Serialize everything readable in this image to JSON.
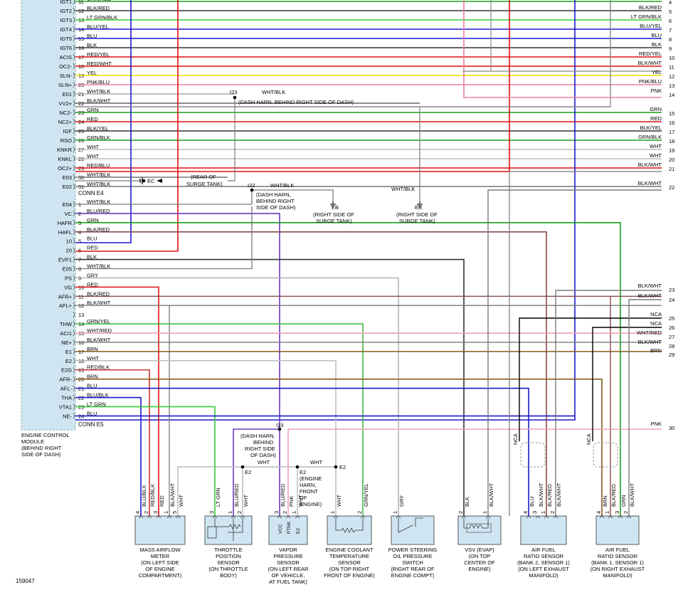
{
  "ecm": {
    "pins_e4": [
      {
        "name": "IGT1",
        "num": "11",
        "wire": "GRN/RED",
        "color": "#1aa01a",
        "stripe": "#dd1111",
        "right": "GRN/RED",
        "rnum": "4",
        "type": "wire"
      },
      {
        "name": "IGT2",
        "num": "12",
        "wire": "BLK/RED",
        "color": "#333333",
        "stripe": "#dd1111",
        "right": "BLK/RED",
        "rnum": "5",
        "type": "wire"
      },
      {
        "name": "IGT3",
        "num": "13",
        "wire": "LT GRN/BLK",
        "color": "#33cc33",
        "stripe": "#333333",
        "right": "LT GRN/BLK",
        "rnum": "6",
        "type": "wire"
      },
      {
        "name": "IGT4",
        "num": "14",
        "wire": "BLU/YEL",
        "color": "#1a1acc",
        "stripe": "#e8d800",
        "right": "BLU/YEL",
        "rnum": "7",
        "type": "wire"
      },
      {
        "name": "IGT5",
        "num": "15",
        "wire": "BLU",
        "color": "#1a1acc",
        "right": "BLU",
        "rnum": "8",
        "type": "wire"
      },
      {
        "name": "IGT6",
        "num": "16",
        "wire": "BLK",
        "color": "#333333",
        "right": "BLK",
        "rnum": "9",
        "type": "wire"
      },
      {
        "name": "ACIS",
        "num": "17",
        "wire": "RED/YEL",
        "color": "#dd1111",
        "stripe": "#e8d800",
        "right": "RED/YEL",
        "rnum": "10",
        "type": "wire"
      },
      {
        "name": "OC2-",
        "num": "18",
        "wire": "RED/WHT",
        "color": "#dd1111",
        "right": "BLK/WHT",
        "rnum": "11",
        "type": "wire"
      },
      {
        "name": "SLN-",
        "num": "19",
        "wire": "YEL",
        "color": "#f0d800",
        "right": "YEL",
        "rnum": "12",
        "type": "wire"
      },
      {
        "name": "SLN+",
        "num": "20",
        "wire": "PNK/BLU",
        "color": "#e880a8",
        "stripe": "#1a1acc",
        "right": "PNK/BLU",
        "rnum": "13",
        "type": "wire"
      },
      {
        "name": "E01",
        "num": "21",
        "wire": "WHT/BLK",
        "color": "#aaaaaa",
        "right": "PNK",
        "rnum": "14",
        "type": "wire"
      },
      {
        "name": "VV2+",
        "num": "22",
        "wire": "BLK/WHT",
        "color": "#666666",
        "right": "",
        "rnum": "",
        "type": "wire"
      },
      {
        "name": "NC2-",
        "num": "23",
        "wire": "GRN",
        "color": "#1aa01a",
        "right": "GRN",
        "rnum": "15",
        "type": "wire"
      },
      {
        "name": "NC2+",
        "num": "24",
        "wire": "RED",
        "color": "#dd1111",
        "right": "RED",
        "rnum": "16",
        "type": "wire"
      },
      {
        "name": "IGF",
        "num": "25",
        "wire": "BLK/YEL",
        "color": "#333333",
        "stripe": "#e8d800",
        "right": "BLK/YEL",
        "rnum": "17",
        "type": "wire"
      },
      {
        "name": "RSO",
        "num": "26",
        "wire": "GRN/BLK",
        "color": "#1aa01a",
        "right": "GRN/BLK",
        "rnum": "18",
        "type": "wire"
      },
      {
        "name": "KNKR",
        "num": "27",
        "wire": "WHT",
        "color": "#bbbbbb",
        "right": "WHT",
        "rnum": "19",
        "type": "wire"
      },
      {
        "name": "KNKL",
        "num": "28",
        "wire": "WHT",
        "color": "#bbbbbb",
        "right": "WHT",
        "rnum": "20",
        "type": "wire"
      },
      {
        "name": "OC2+",
        "num": "29",
        "wire": "RED/BLU",
        "color": "#dd1111",
        "right": "BLK/WHT",
        "rnum": "21",
        "type": "wire"
      },
      {
        "name": "E03",
        "num": "30",
        "wire": "WHT/BLK",
        "color": "#777777",
        "right": "",
        "rnum": "",
        "type": "wire"
      },
      {
        "name": "E02",
        "num": "31",
        "wire": "WHT/BLK",
        "color": "#777777",
        "right": "BLK/WHT",
        "rnum": "22",
        "type": "wire"
      }
    ],
    "conn_e4": "CONN E4",
    "pins_e5": [
      {
        "name": "E04",
        "num": "1",
        "wire": "WHT/BLK"
      },
      {
        "name": "VC",
        "num": "2",
        "wire": "BLU/RED"
      },
      {
        "name": "HAFR",
        "num": "3",
        "wire": "GRN"
      },
      {
        "name": "HAFL",
        "num": "4",
        "wire": "BLK/RED"
      },
      {
        "name": "10",
        "num": "5",
        "wire": "BLU"
      },
      {
        "name": "20",
        "num": "6",
        "wire": "RED"
      },
      {
        "name": "EVP1",
        "num": "7",
        "wire": "BLK"
      },
      {
        "name": "E05",
        "num": "8",
        "wire": "WHT/BLK"
      },
      {
        "name": "PS",
        "num": "9",
        "wire": "GRY"
      },
      {
        "name": "VG",
        "num": "10",
        "wire": "RED"
      },
      {
        "name": "AFR+",
        "num": "11",
        "wire": "BLK/RED"
      },
      {
        "name": "AFL+",
        "num": "12",
        "wire": "BLK/WHT"
      },
      {
        "name": "",
        "num": "13",
        "wire": ""
      },
      {
        "name": "THW",
        "num": "14",
        "wire": "GRN/YEL"
      },
      {
        "name": "ACI1",
        "num": "15",
        "wire": "WHT/RED"
      },
      {
        "name": "NE+",
        "num": "16",
        "wire": "BLK/WHT"
      },
      {
        "name": "E1",
        "num": "17",
        "wire": "BRN"
      },
      {
        "name": "E2",
        "num": "18",
        "wire": "WHT"
      },
      {
        "name": "E2G",
        "num": "19",
        "wire": "RED/BLK"
      },
      {
        "name": "AFR-",
        "num": "20",
        "wire": "BRN"
      },
      {
        "name": "AFL-",
        "num": "21",
        "wire": "BLU"
      },
      {
        "name": "THA",
        "num": "22",
        "wire": "BLU/BLK"
      },
      {
        "name": "VTA1",
        "num": "23",
        "wire": "LT GRN"
      },
      {
        "name": "NE-",
        "num": "24",
        "wire": "BLU"
      }
    ],
    "conn_e5": "CONN E5",
    "label": [
      "ENGINE CONTROL",
      "MODULE",
      "(BEHIND RIGHT",
      "SIDE OF DASH)"
    ]
  },
  "right_e5": [
    {
      "label": "BLK/WHT",
      "num": "23"
    },
    {
      "label": "BLK/WHT",
      "num": "24"
    },
    {
      "label": "NCA",
      "num": "25"
    },
    {
      "label": "NCA",
      "num": "26"
    },
    {
      "label": "WHT/RED",
      "num": "27"
    },
    {
      "label": "BLK/WHT",
      "num": "28"
    },
    {
      "label": "BRN",
      "num": "29"
    },
    {
      "label": "PNK",
      "num": "30"
    }
  ],
  "splices": {
    "i23_top": {
      "id": "I23",
      "wire": "WHT/BLK",
      "note": "(DASH HARN, BEHIND RIGHT SIDE OF DASH)"
    },
    "ec": {
      "id": "EC",
      "note": [
        "(REAR OF",
        "SURGE TANK)"
      ]
    },
    "i22": {
      "id": "I22",
      "wire": "WHT/BLK",
      "note": [
        "(DASH HARN,",
        "BEHIND RIGHT",
        "SIDE OF DASH)"
      ]
    },
    "eb1": {
      "id": "EB",
      "note": [
        "(RIGHT SIDE OF",
        "SURGE TANK)"
      ]
    },
    "eb2": {
      "id": "EB",
      "wire": "WHT/BLK",
      "note": [
        "(RIGHT SIDE OF",
        "SURGE TANK)"
      ]
    },
    "i23_bottom": {
      "id": "I23",
      "note": [
        "(DASH HARN,",
        "BEHIND",
        "RIGHT SIDE",
        "OF DASH)"
      ]
    },
    "e2a": {
      "id": "E2",
      "wire": "WHT"
    },
    "e2b": {
      "id": "E2",
      "note": [
        "(ENGINE",
        "HARN,",
        "FRONT",
        "OF",
        "ENGINE)"
      ],
      "wire": "WHT"
    },
    "e2c": {
      "id": "E2"
    }
  },
  "components": [
    {
      "id": "maf",
      "label": [
        "MASS AIRFLOW",
        "METER",
        "(ON LEFT SIDE",
        "OF ENGINE",
        "COMPARTMENT)"
      ],
      "pins": [
        {
          "n": "4",
          "w": "BLU/BLK"
        },
        {
          "n": "2",
          "w": "RED/BLK"
        },
        {
          "n": "3",
          "w": "RED"
        },
        {
          "n": "1",
          "w": "BLK/WHT"
        },
        {
          "n": "5",
          "w": "WHT"
        }
      ]
    },
    {
      "id": "tps",
      "label": [
        "THROTTLE",
        "POSITION",
        "SENSOR",
        "(ON THROTTLE",
        "BODY)"
      ],
      "pins": [
        {
          "n": "3",
          "w": "LT GRN"
        },
        {
          "n": "1",
          "w": "BLU/RED"
        },
        {
          "n": "2",
          "w": "WHT"
        }
      ]
    },
    {
      "id": "vps",
      "label": [
        "VAPOR",
        "PRESSURE",
        "SENSOR",
        "(ON LEFT REAR",
        "OF VEHICLE,",
        "AT FUEL TANK)"
      ],
      "pins": [
        {
          "n": "3",
          "w": "BLU/RED"
        },
        {
          "n": "2",
          "w": "PNK"
        },
        {
          "n": "1",
          "w": "WHT"
        }
      ],
      "inner": [
        "VCC",
        "PTNK",
        "E2"
      ]
    },
    {
      "id": "ect",
      "label": [
        "ENGINE COOLANT",
        "TEMPERATURE",
        "SENSOR",
        "(ON TOP RIGHT",
        "FRONT OF ENGINE)"
      ],
      "pins": [
        {
          "n": "1",
          "w": "WHT"
        },
        {
          "n": "2",
          "w": "GRN/YEL"
        }
      ]
    },
    {
      "id": "pss",
      "label": [
        "POWER STEERING",
        "OIL PRESSURE",
        "SWITCH",
        "(RIGHT REAR OF",
        "ENGINE COMPT)"
      ],
      "pins": [
        {
          "n": "1",
          "w": "GRY"
        }
      ]
    },
    {
      "id": "vsv",
      "label": [
        "VSV (EVAP)",
        "(ON TOP",
        "CENTER OF",
        "ENGINE)"
      ],
      "pins": [
        {
          "n": "2",
          "w": "BLK"
        },
        {
          "n": "1",
          "w": "BLK/WHT"
        }
      ]
    },
    {
      "id": "af2",
      "label": [
        "AIR FUEL",
        "RATIO SENSOR",
        "(BANK 2, SENSOR 1)",
        "(ON LEFT EXHAUST",
        "MANIFOLD)"
      ],
      "pins": [
        {
          "n": "4",
          "w": "BLU"
        },
        {
          "n": "3",
          "w": "BLK/WHT"
        },
        {
          "n": "1",
          "w": "BLK/RED"
        },
        {
          "n": "2",
          "w": "BLK/WHT"
        }
      ]
    },
    {
      "id": "af1",
      "label": [
        "AIR FUEL",
        "RATIO SENSOR",
        "(BANK 1, SENSOR 1)",
        "(ON RIGHT EXHAUST",
        "MANIFOLD)"
      ],
      "pins": [
        {
          "n": "4",
          "w": "BRN"
        },
        {
          "n": "1",
          "w": "BLK/RED"
        },
        {
          "n": "3",
          "w": "GRN"
        },
        {
          "n": "2",
          "w": "BLK/WHT"
        }
      ]
    }
  ],
  "nca_labels": [
    "NCA",
    "NCA"
  ],
  "figure_id": "159047"
}
